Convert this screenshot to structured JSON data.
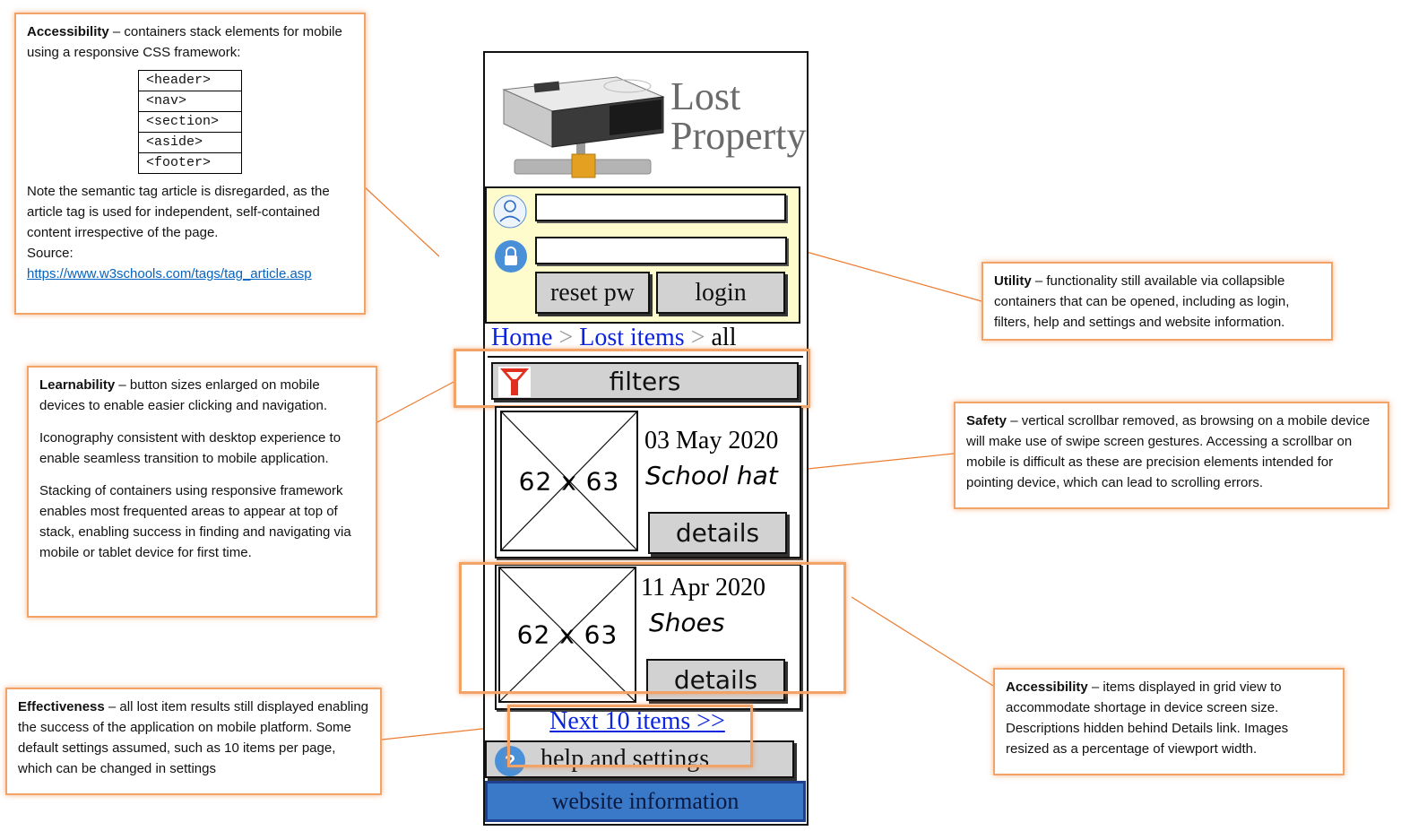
{
  "notes": {
    "accessibility_top": {
      "title": "Accessibility",
      "text": " – containers stack elements for mobile using a responsive CSS framework:",
      "tags": [
        "<header>",
        "<nav>",
        "<section>",
        "<aside>",
        "<footer>"
      ],
      "note": "Note the semantic tag article is disregarded, as the article tag is  used for independent, self-contained content irrespective of the page.",
      "source_label": "Source:",
      "source_link": "https://www.w3schools.com/tags/tag_article.asp"
    },
    "learnability": {
      "title": "Learnability",
      "text": " – button sizes enlarged on mobile devices to enable easier clicking and navigation.",
      "p2": "Iconography consistent with desktop experience to enable seamless transition to mobile application.",
      "p3": "Stacking of containers using responsive framework enables most frequented areas to appear at top of stack, enabling success in finding and navigating via mobile or tablet device for first time."
    },
    "effectiveness": {
      "title": "Effectiveness",
      "text": " – all lost item results still displayed enabling the success of the application on mobile platform. Some default settings assumed, such as 10 items per page, which can be changed in settings"
    },
    "utility": {
      "title": "Utility",
      "text": " – functionality still available via collapsible containers that can be opened, including as login, filters, help and settings and website information."
    },
    "safety": {
      "title": "Safety",
      "text": " – vertical scrollbar removed, as browsing on a mobile device will make use of swipe screen gestures. Accessing a scrollbar on mobile is difficult as these are precision elements intended for pointing device, which can lead to scrolling errors."
    },
    "accessibility_bottom": {
      "title": "Accessibility",
      "text": " – items displayed in grid view to accommodate shortage in device screen size. Descriptions hidden behind Details link. Images resized as a percentage of viewport width."
    }
  },
  "phone": {
    "logo_line1": "Lost",
    "logo_line2": "Property",
    "login": {
      "reset_label": "reset pw",
      "login_label": "login",
      "user_icon": "user-icon",
      "lock_icon": "lock-icon"
    },
    "breadcrumb": {
      "home": "Home",
      "sep": ">",
      "lost_items": "Lost items",
      "current": "all"
    },
    "filters_label": "filters",
    "items": [
      {
        "image_label": "62 x 63",
        "date": "03 May 2020",
        "name": "School hat",
        "details_label": "details"
      },
      {
        "image_label": "62 x 63",
        "date": "11 Apr 2020",
        "name": "Shoes",
        "details_label": "details"
      }
    ],
    "next_link": "Next 10 items >>",
    "help_label": "help and settings",
    "help_icon": "question-icon",
    "website_info_label": "website information"
  },
  "colors": {
    "annotation_border": "#f2a468",
    "connector": "#ed7d31",
    "login_panel": "#fefccd",
    "button_gray": "#d2d2d2",
    "footer_blue": "#3a78c8",
    "link_blue": "#0b24e0"
  }
}
